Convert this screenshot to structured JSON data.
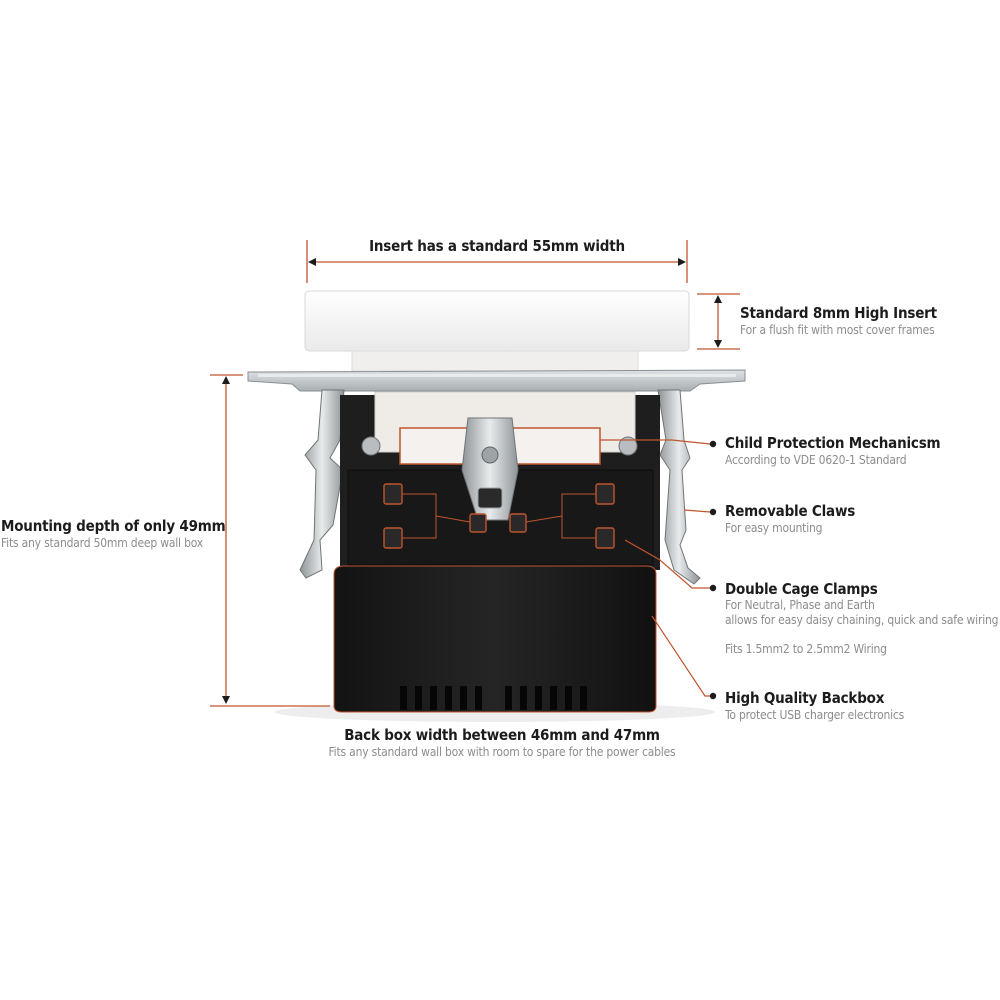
{
  "callouts": {
    "width": {
      "title": "Insert has a standard 55mm width"
    },
    "height": {
      "title": "Standard 8mm High Insert",
      "subtitle": "For a flush fit with most cover frames"
    },
    "child": {
      "title": "Child Protection Mechanicsm",
      "subtitle": "According to VDE 0620-1 Standard"
    },
    "claws": {
      "title": "Removable Claws",
      "subtitle": "For easy mounting"
    },
    "clamps": {
      "title": "Double Cage Clamps",
      "subtitle1": "For Neutral, Phase and Earth",
      "subtitle2": "allows for easy daisy chaining, quick and safe wiring",
      "subtitle3": "Fits 1.5mm2 to 2.5mm2 Wiring"
    },
    "backbox": {
      "title": "High Quality Backbox",
      "subtitle": "To protect USB charger electronics"
    },
    "depth": {
      "title": "Mounting depth of only 49mm",
      "subtitle": "Fits any standard 50mm deep wall box"
    },
    "bottom": {
      "title": "Back box width between 46mm and 47mm",
      "subtitle": "Fits any standard wall box with room to spare for the power cables"
    }
  },
  "colors": {
    "accent": "#c0552f",
    "text": "#1c1c1c",
    "subtext": "#8d8d8d",
    "backbox": "#1d1c1c",
    "insert": "#f4f4f4",
    "metal": "#c8ccce"
  }
}
